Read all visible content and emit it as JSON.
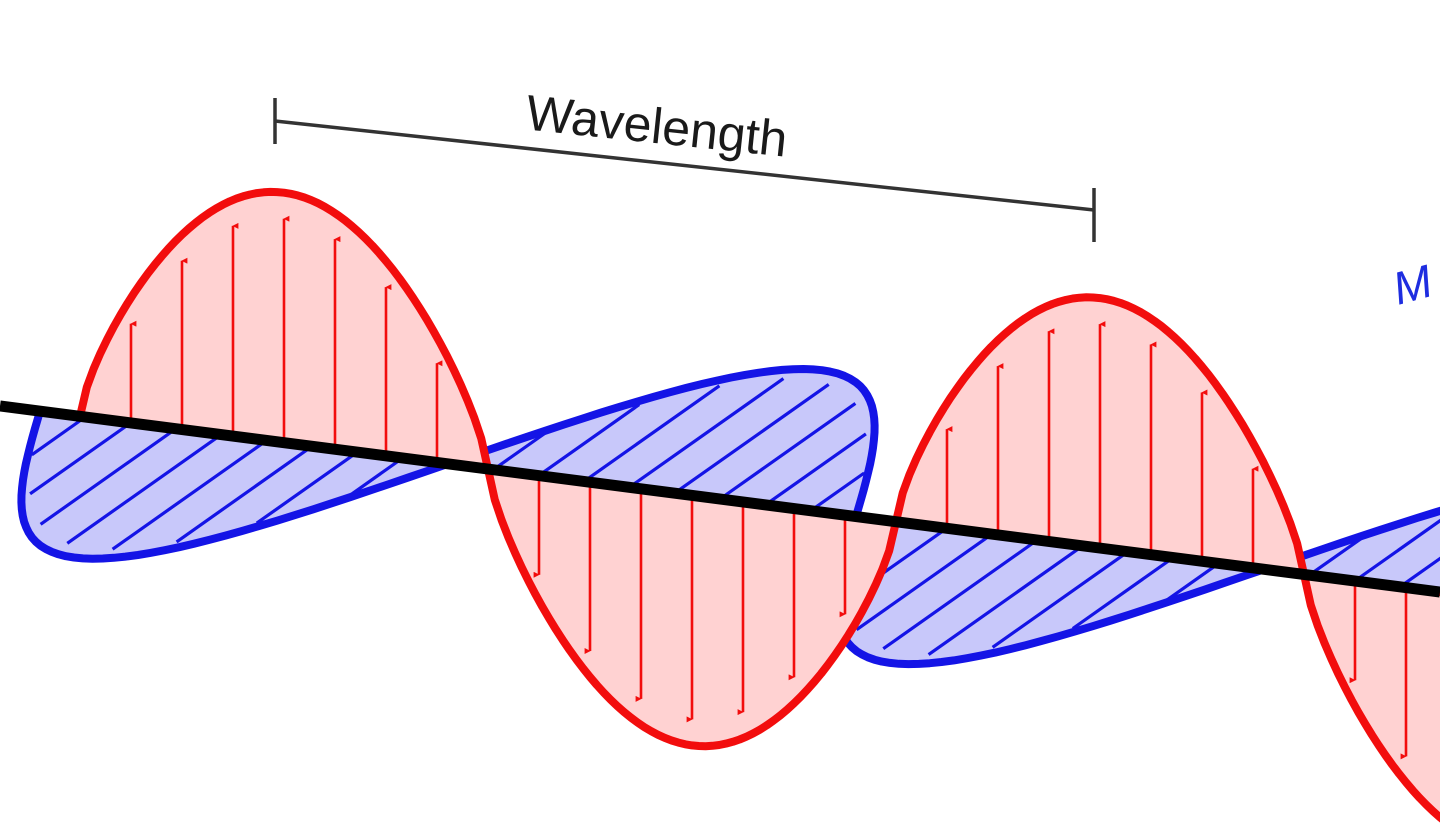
{
  "diagram": {
    "wavelength_label": "Wavelength",
    "edge_label": "M",
    "colors": {
      "background": "#ffffff",
      "electric_stroke": "#f20d0d",
      "electric_fill": "#ffd2d2",
      "magnetic_stroke": "#1414e6",
      "magnetic_fill": "#c8c8fa",
      "axis": "#000000",
      "dimension_line": "#333333",
      "edge_label_color": "#1e2de0"
    },
    "components": [
      "electric-field-wave",
      "magnetic-field-wave",
      "propagation-axis",
      "wavelength-dimension"
    ]
  }
}
